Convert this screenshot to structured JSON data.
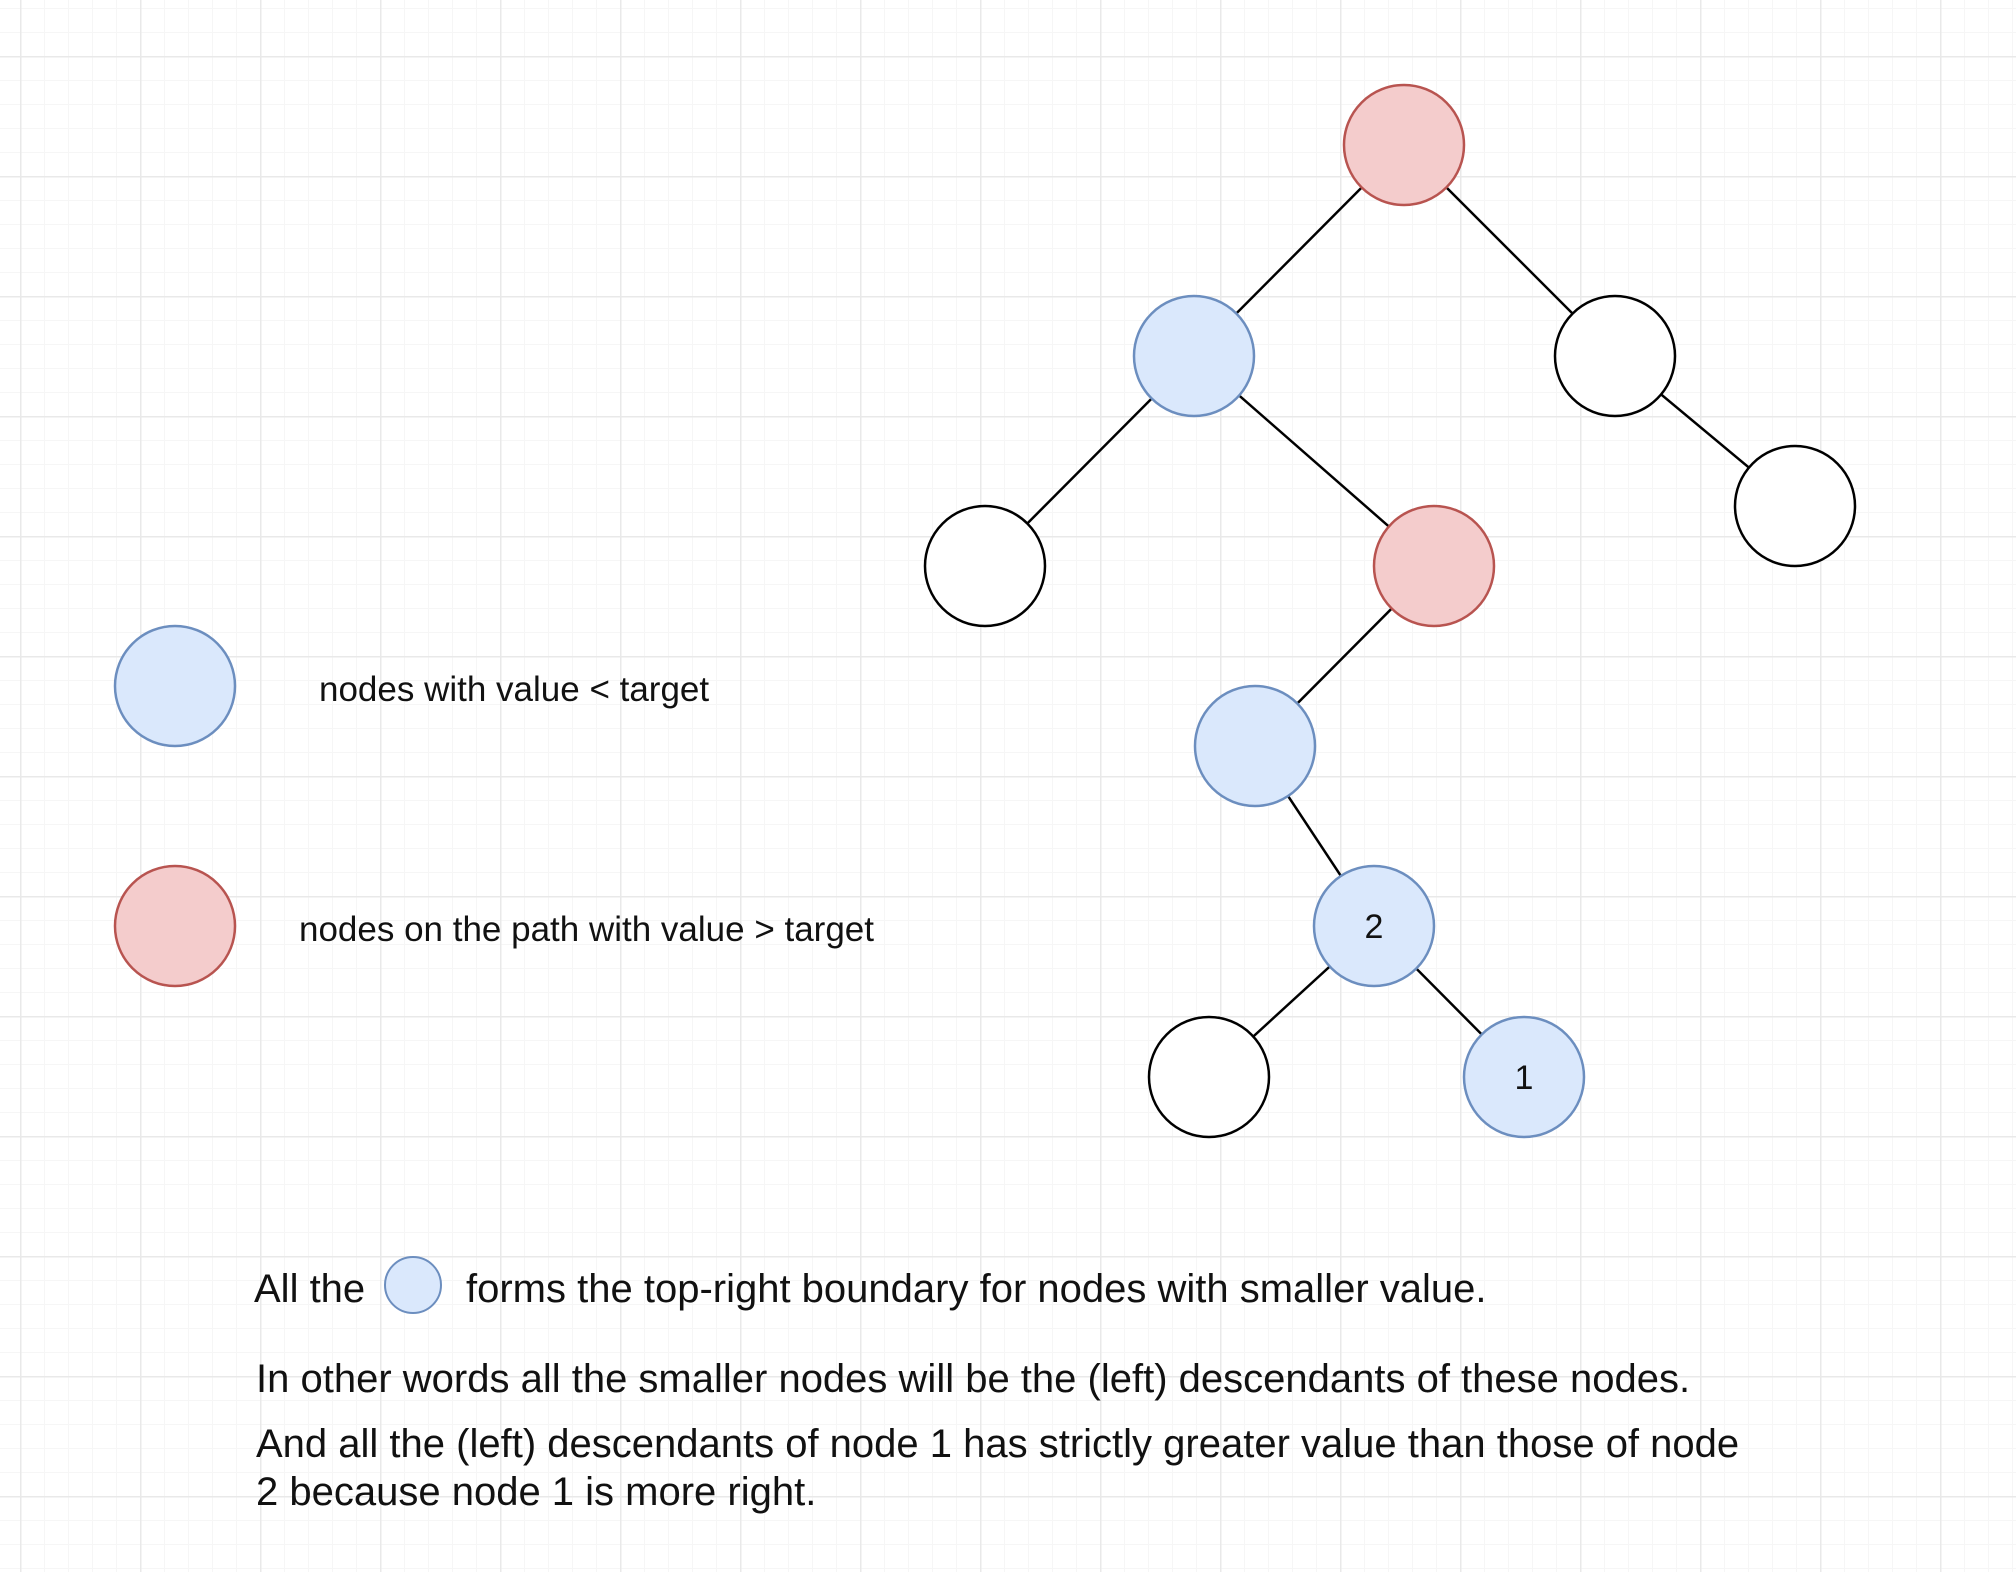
{
  "colors": {
    "smaller_fill": "#dae8fc",
    "smaller_stroke": "#6c8ebf",
    "greater_fill": "#f4cccc",
    "greater_stroke": "#b85450",
    "plain_fill": "#ffffff",
    "plain_stroke": "#000000",
    "edge": "#000000"
  },
  "tree": {
    "nodes": [
      {
        "id": "root",
        "kind": "greater",
        "label": ""
      },
      {
        "id": "l",
        "kind": "smaller",
        "label": ""
      },
      {
        "id": "r",
        "kind": "plain",
        "label": ""
      },
      {
        "id": "ll",
        "kind": "plain",
        "label": ""
      },
      {
        "id": "lr",
        "kind": "greater",
        "label": ""
      },
      {
        "id": "rr",
        "kind": "plain",
        "label": ""
      },
      {
        "id": "lrl",
        "kind": "smaller",
        "label": ""
      },
      {
        "id": "n2",
        "kind": "smaller",
        "label": "2"
      },
      {
        "id": "n2l",
        "kind": "plain",
        "label": ""
      },
      {
        "id": "n1",
        "kind": "smaller",
        "label": "1"
      }
    ],
    "edges": [
      [
        "root",
        "l"
      ],
      [
        "root",
        "r"
      ],
      [
        "l",
        "ll"
      ],
      [
        "l",
        "lr"
      ],
      [
        "r",
        "rr"
      ],
      [
        "lr",
        "lrl"
      ],
      [
        "lrl",
        "n2"
      ],
      [
        "n2",
        "n2l"
      ],
      [
        "n2",
        "n1"
      ]
    ]
  },
  "legend": [
    {
      "kind": "smaller",
      "label": "nodes with value < target"
    },
    {
      "kind": "greater",
      "label": "nodes on the path with value > target"
    }
  ],
  "summary": {
    "prefix": "All the",
    "swatch_kind": "smaller",
    "suffix": "forms the top-right boundary for nodes with smaller value."
  },
  "explanation": [
    "In other words all the smaller nodes will be the (left) descendants of these nodes.",
    "And all the (left) descendants of node 1 has strictly greater value than those of node 2 because node 1 is more right."
  ]
}
